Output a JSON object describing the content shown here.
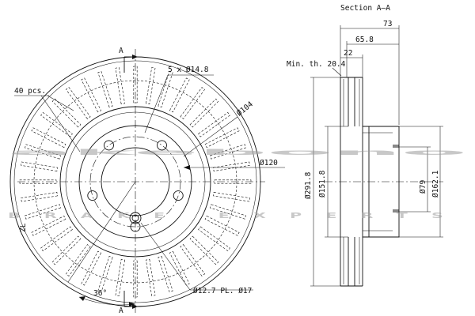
{
  "watermark": {
    "brand": "akebono",
    "tagline": "BRAKE EXPERTS",
    "color": "#9a9a9a"
  },
  "front_view": {
    "section_marker": "A",
    "vent_count_label": "40 pcs.",
    "bolt_holes_label": "5 x Ø14.8",
    "pcd_label": "Ø104",
    "hub_label": "Ø120",
    "locator_holes_label": "Ø12.7 PL. Ø17",
    "angle_label": "36°",
    "vent_count": 40,
    "bolt_hole_count": 5
  },
  "section_view": {
    "title": "Section A–A",
    "overall_height_label": "73",
    "hat_height_label": "65.8",
    "thickness_label": "22",
    "min_thickness_label": "Min. th. 20.4",
    "outer_diameter_label": "Ø291.8",
    "inner_diameter_label": "Ø151.8",
    "center_bore_label": "Ø79",
    "hat_diameter_label": "Ø162.1"
  }
}
